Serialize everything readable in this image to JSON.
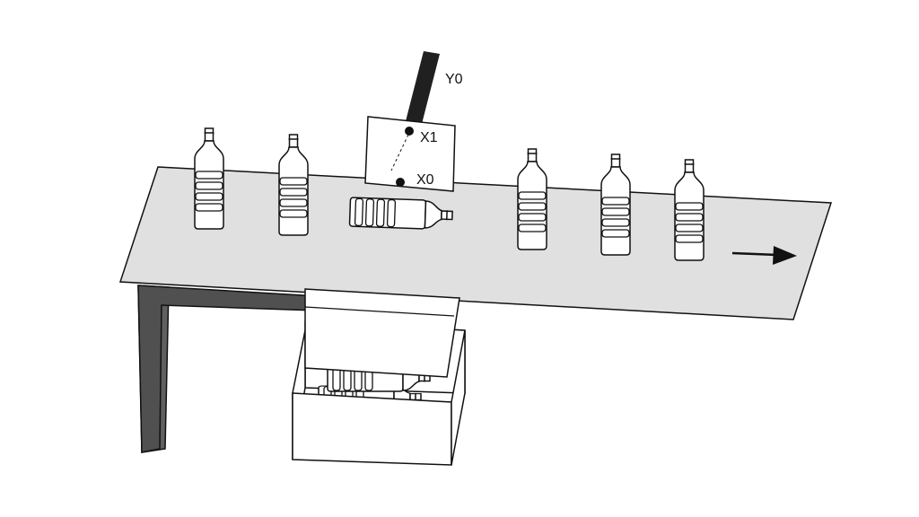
{
  "labels": {
    "y0": "Y0",
    "x1": "X1",
    "x0": "X0"
  },
  "colors": {
    "belt_fill": "#e0e0e0",
    "leg_fill": "#606060",
    "line": "#111111",
    "arm": "#202020"
  },
  "icons": {
    "direction": "arrow-right-icon",
    "bottle": "bottle-icon"
  }
}
